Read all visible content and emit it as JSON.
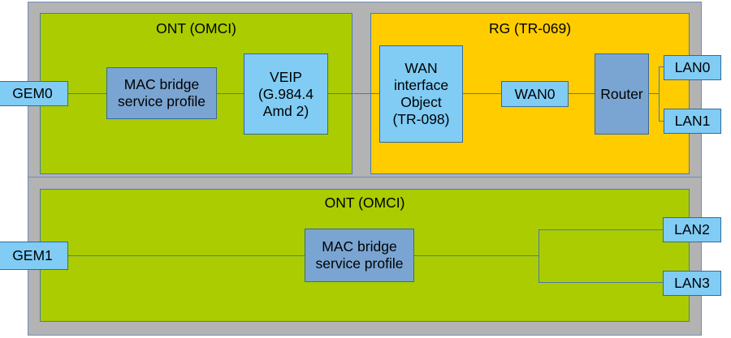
{
  "diagram": {
    "title_top_left": "ONT (OMCI)",
    "title_top_right": "RG (TR-069)",
    "title_bottom": "ONT (OMCI)",
    "colors": {
      "frame": "#b3b3b3",
      "ont": "#aacc00",
      "rg": "#ffcc00",
      "node_light": "#80ccf5",
      "node_dark": "#7aa5d2",
      "stroke": "#4a7ba8"
    },
    "nodes": {
      "gem0": "GEM0",
      "gem1": "GEM1",
      "mac_bridge_top": "MAC bridge\nservice profile",
      "mac_bridge_top_line1": "MAC bridge",
      "mac_bridge_top_line2": "service profile",
      "mac_bridge_bottom_line1": "MAC bridge",
      "mac_bridge_bottom_line2": "service profile",
      "veip_line1": "VEIP",
      "veip_line2": "(G.984.4",
      "veip_line3": "Amd 2)",
      "wan_if_line1": "WAN",
      "wan_if_line2": "interface",
      "wan_if_line3": "Object",
      "wan_if_line4": "(TR-098)",
      "wan0": "WAN0",
      "router": "Router",
      "lan0": "LAN0",
      "lan1": "LAN1",
      "lan2": "LAN2",
      "lan3": "LAN3"
    }
  }
}
